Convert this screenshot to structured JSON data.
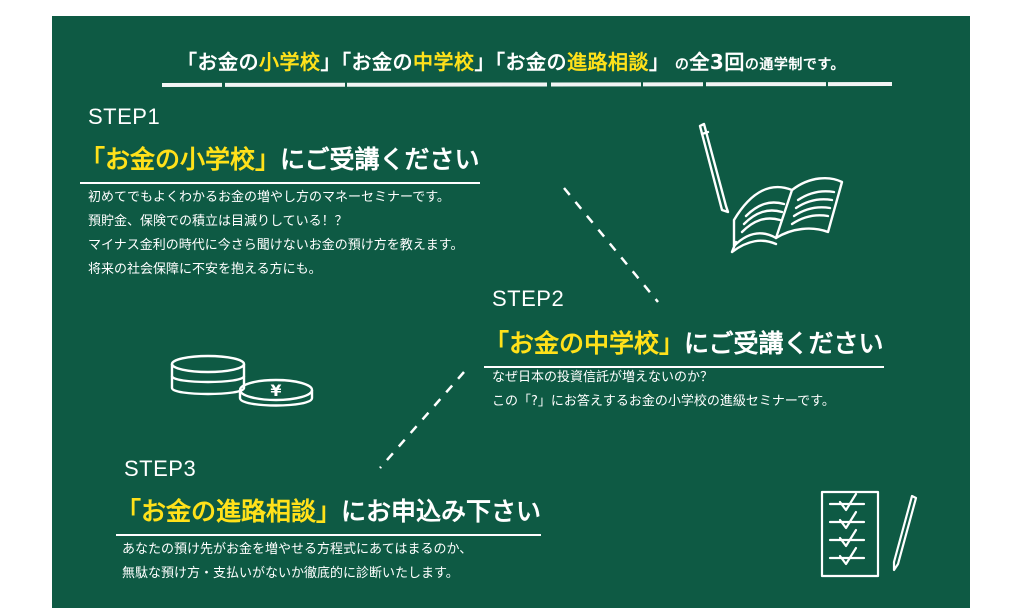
{
  "header": {
    "parts": [
      {
        "text": "「お金の",
        "accent": false
      },
      {
        "text": "小学校",
        "accent": true
      },
      {
        "text": "」「お金の",
        "accent": false
      },
      {
        "text": "中学校",
        "accent": true
      },
      {
        "text": "」「お金の",
        "accent": false
      },
      {
        "text": "進路相談",
        "accent": true
      },
      {
        "text": "」",
        "accent": false
      }
    ],
    "tail_small1": " の",
    "tail_big": "全3回",
    "tail_small2": "の通学制です。"
  },
  "steps": [
    {
      "label": "STEP1",
      "title_accent": "「お金の小学校」",
      "title_rest": "にご受講ください",
      "lines": [
        "初めてでもよくわかるお金の増やし方のマネーセミナーです。",
        "預貯金、保険での積立は目減りしている！？",
        "マイナス金利の時代に今さら聞けないお金の預け方を教えます。",
        "将来の社会保障に不安を抱える方にも。"
      ]
    },
    {
      "label": "STEP2",
      "title_accent": "「お金の中学校」",
      "title_rest": "にご受講ください",
      "lines": [
        "なぜ日本の投資信託が増えないのか？",
        "この「?」にお答えするお金の小学校の進級セミナーです。"
      ]
    },
    {
      "label": "STEP3",
      "title_accent": "「お金の進路相談」",
      "title_rest": "にお申込み下さい",
      "lines": [
        "あなたの預け先がお金を増やせる方程式にあてはまるのか、",
        "無駄な預け方・支払いがないか徹底的に診断いたします。"
      ]
    }
  ],
  "icons": {
    "book": "book-pencil-icon",
    "coins": "coins-yen-icon",
    "checklist": "checklist-pencil-icon",
    "yen_symbol": "¥"
  },
  "colors": {
    "board": "#0e5a44",
    "accent": "#ffe11a",
    "chalk": "#ffffff"
  }
}
